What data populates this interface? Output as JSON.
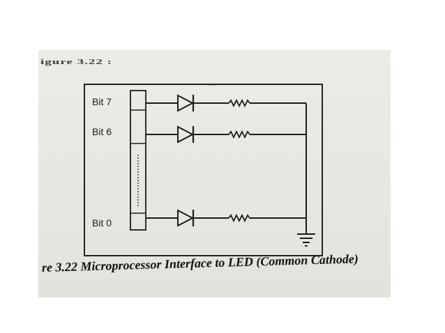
{
  "header_fragment": "igure 3.22 :",
  "bits": {
    "bit7": "Bit 7",
    "bit6": "Bit 6",
    "bit0": "Bit 0"
  },
  "caption": "re 3.22 Microprocessor Interface to LED (Common Cathode)",
  "icons": {
    "led": "diode-icon",
    "resistor": "resistor-icon",
    "ground": "ground-icon"
  }
}
